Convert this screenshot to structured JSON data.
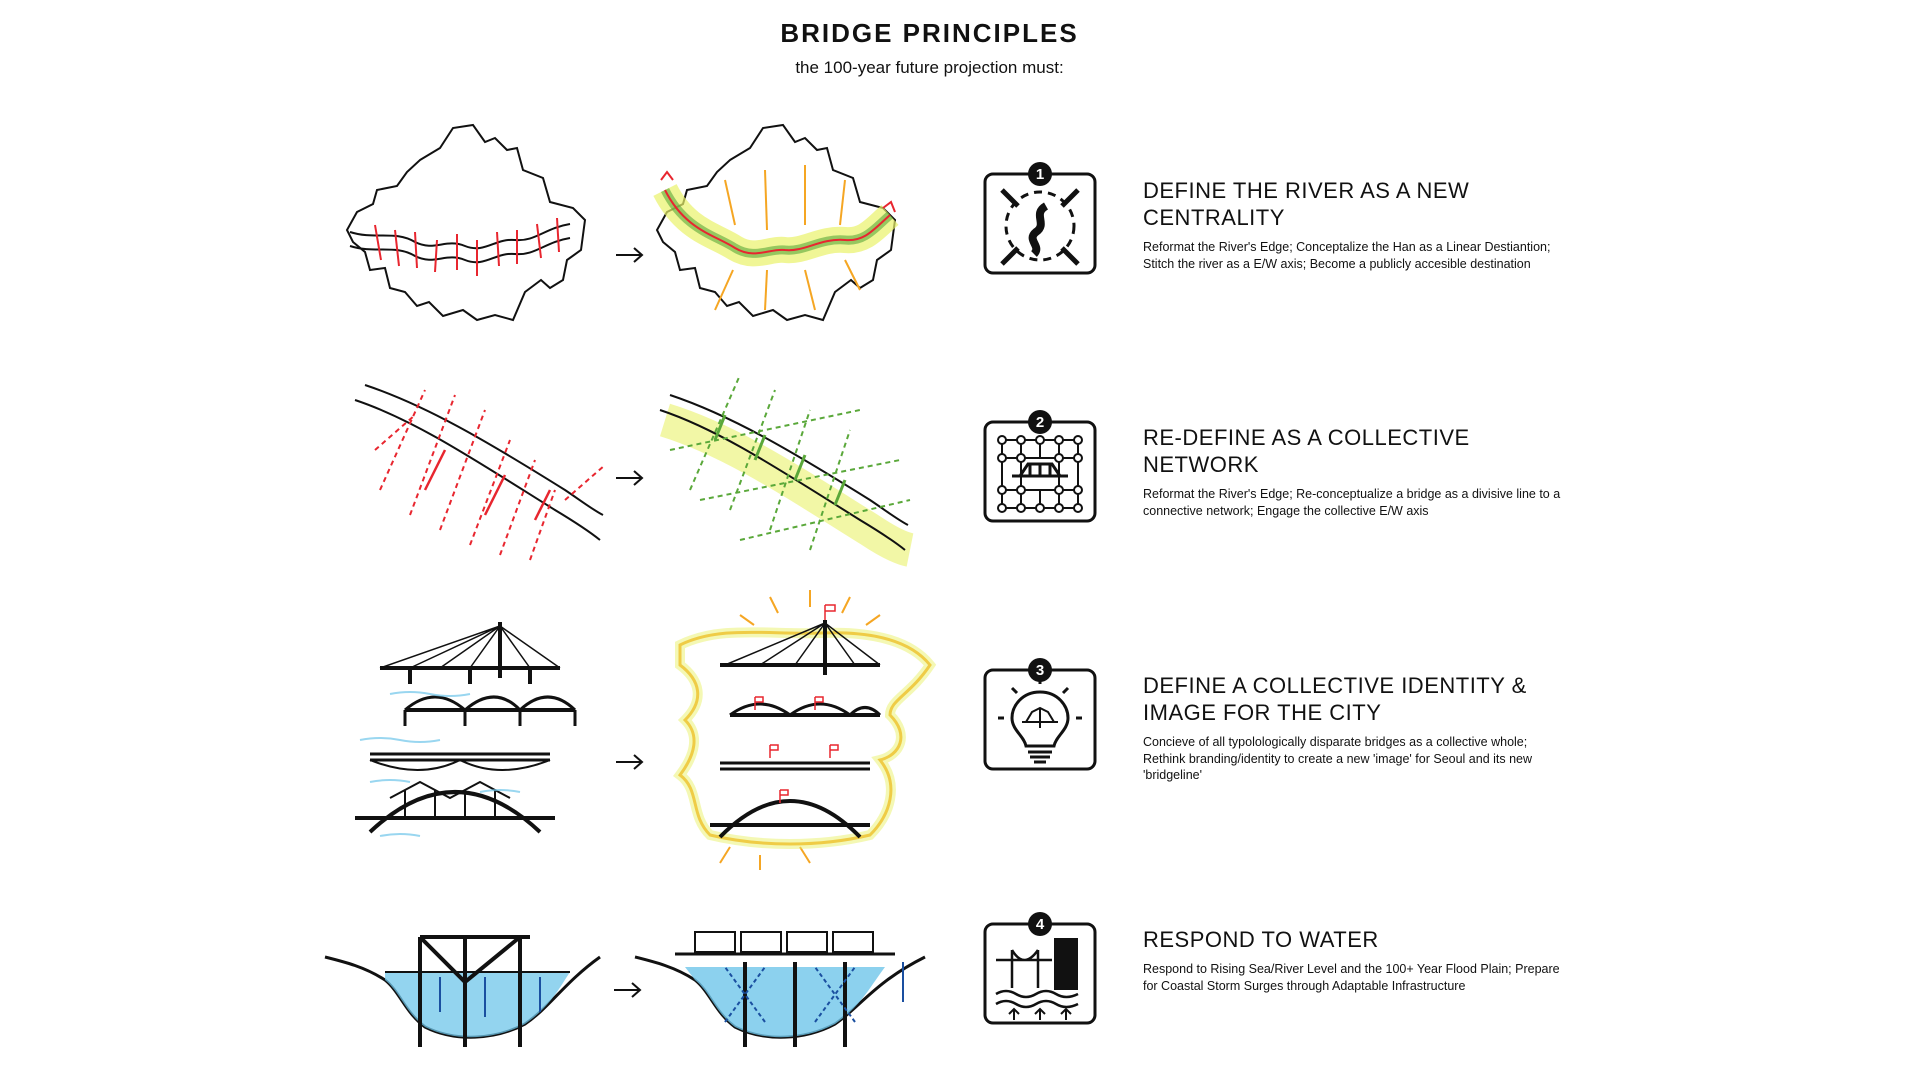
{
  "header": {
    "title": "BRIDGE PRINCIPLES",
    "subtitle": "the 100-year future projection must:"
  },
  "principles": [
    {
      "number": "1",
      "icon": "converging-arrows-river-icon",
      "title": "DEFINE THE RIVER AS A NEW CENTRALITY",
      "description": "Reformat the River's Edge; Conceptalize the Han as a Linear Destiantion; Stitch the river as a E/W axis; Become a publicly accesible destination"
    },
    {
      "number": "2",
      "icon": "network-grid-icon",
      "title": "RE-DEFINE AS A COLLECTIVE NETWORK",
      "description": "Reformat the River's Edge; Re-conceptualize a bridge as a divisive line to a connective network; Engage the collective E/W axis"
    },
    {
      "number": "3",
      "icon": "lightbulb-bridge-icon",
      "title": "DEFINE A COLLECTIVE IDENTITY & IMAGE FOR THE CITY",
      "description": "Concieve of all typolologically disparate bridges as a collective whole; Rethink branding/identity to create a new 'image' for Seoul and its new 'bridgeline'"
    },
    {
      "number": "4",
      "icon": "flood-water-city-icon",
      "title": "RESPOND TO WATER",
      "description": "Respond to Rising Sea/River Level and the 100+ Year Flood Plain; Prepare for Coastal Storm Surges through Adaptable Infrastructure"
    }
  ],
  "colors": {
    "ink": "#111111",
    "red": "#e8262f",
    "green": "#5aa83a",
    "orange": "#f5a623",
    "yellow_glow": "#e9f26a",
    "water": "#6fc6ea"
  }
}
